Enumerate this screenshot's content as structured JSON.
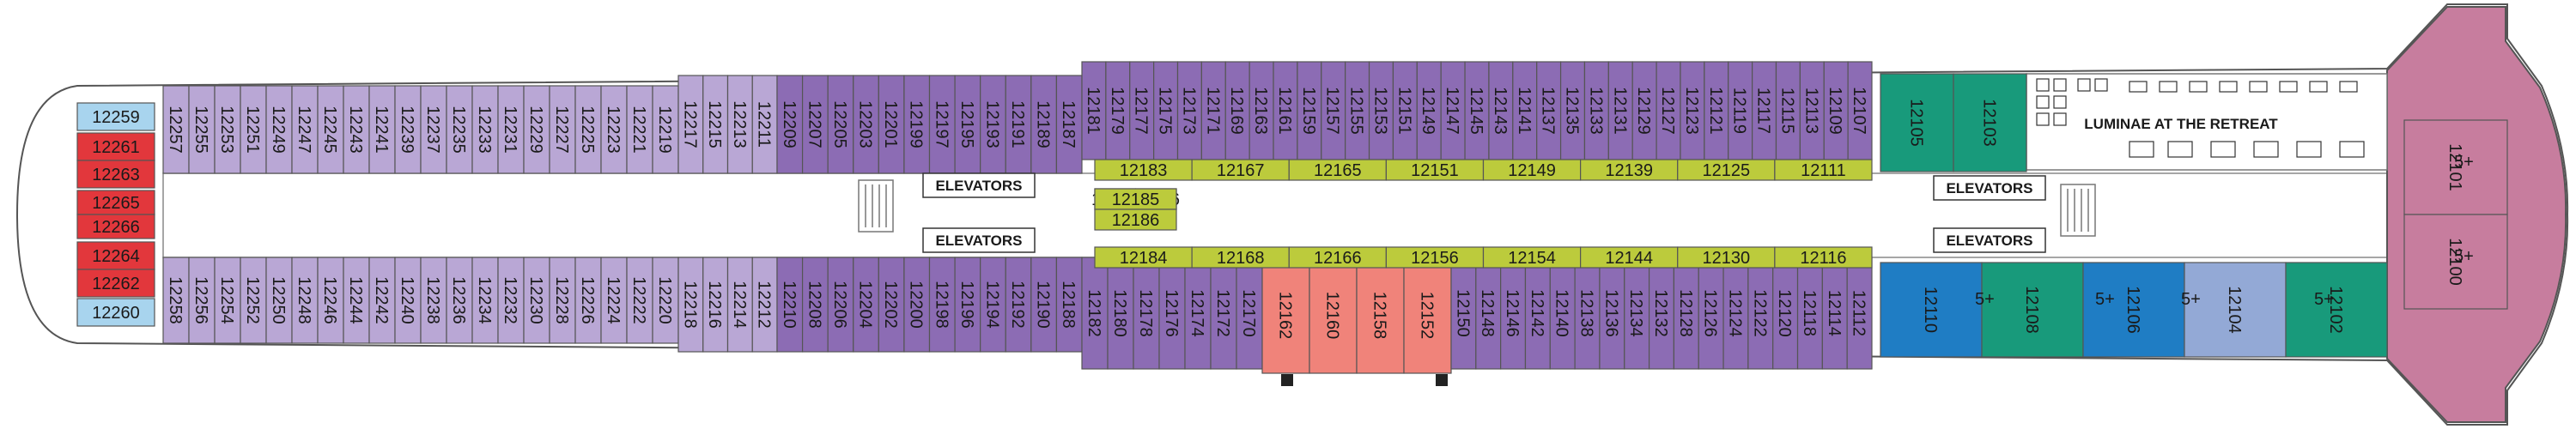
{
  "colors": {
    "purple_dark": "#8c6cb4",
    "lavender": "#b9a7d5",
    "red": "#e2373c",
    "light_blue": "#a8d4ee",
    "pale_blue": "#c9cde6",
    "lime": "#bccb3c",
    "salmon": "#f0837a",
    "teal": "#189a7b",
    "blue": "#1f7dc4",
    "periwinkle": "#93a9d6",
    "mauve": "#c77d9e",
    "corridor": "#ffffff",
    "outline": "#555555"
  },
  "legend_icons": {
    "accessible": "square-icon",
    "connecting": "black-square-icon",
    "sofa_bed": "bed-icon",
    "pullman": "pullman-bar-icon"
  },
  "labels": {
    "elevators": "ELEVATORS",
    "retreat_area": "LUMINAE AT THE RETREAT"
  },
  "cabins": {
    "bow_red": [
      "12261",
      "12263",
      "12265",
      "12266",
      "12264",
      "12262"
    ],
    "bow_blue": [
      "12259",
      "12260"
    ],
    "fwd_top_lav": [
      "12257",
      "12255",
      "12253",
      "12251",
      "12249",
      "12247",
      "12245",
      "12243",
      "12241",
      "12239",
      "12237",
      "12235",
      "12233",
      "12231",
      "12229",
      "12227",
      "12225",
      "12223",
      "12221",
      "12219"
    ],
    "fwd_bottom_lav": [
      "12258",
      "12256",
      "12254",
      "12252",
      "12250",
      "12248",
      "12246",
      "12244",
      "12242",
      "12240",
      "12238",
      "12236",
      "12234",
      "12232",
      "12230",
      "12228",
      "12226",
      "12224",
      "12222",
      "12220"
    ],
    "mid_top_lav": [
      "12217",
      "12215",
      "12213",
      "12211"
    ],
    "mid_bottom_lav": [
      "12218",
      "12216",
      "12214",
      "12212"
    ],
    "mid_top_purple": [
      "12209",
      "12207",
      "12205",
      "12203",
      "12201",
      "12199",
      "12197",
      "12195",
      "12193",
      "12191",
      "12189",
      "12187"
    ],
    "mid_bottom_purple": [
      "12210",
      "12208",
      "12206",
      "12204",
      "12202",
      "12200",
      "12198",
      "12196",
      "12194",
      "12192",
      "12190",
      "12188"
    ],
    "aft_top_purple": [
      "12181",
      "12179",
      "12177",
      "12175",
      "12173",
      "12171",
      "12169",
      "12163",
      "12161",
      "12159",
      "12157",
      "12155",
      "12153",
      "12151",
      "12149",
      "12147",
      "12145",
      "12143",
      "12141",
      "12137",
      "12135",
      "12133",
      "12131",
      "12129",
      "12127",
      "12123",
      "12121",
      "12119",
      "12117",
      "12115",
      "12113",
      "12109",
      "12107"
    ],
    "aft_bottom_1": [
      "12182",
      "12180",
      "12178",
      "12176",
      "12174",
      "12172",
      "12170"
    ],
    "aft_bottom_salmon": [
      "12162",
      "12160",
      "12158",
      "12152"
    ],
    "aft_bottom_2": [
      "12150",
      "12148",
      "12146",
      "12142",
      "12140",
      "12138",
      "12136",
      "12134",
      "12132",
      "12128",
      "12126",
      "12124",
      "12122",
      "12120",
      "12118",
      "12114",
      "12112"
    ],
    "lime_top": [
      "12183",
      "12167",
      "12165",
      "12151",
      "12149",
      "12139",
      "12125",
      "12111"
    ],
    "lime_mid": [
      "12185",
      "12186"
    ],
    "lime_bottom": [
      "12184",
      "12168",
      "12166",
      "12156",
      "12154",
      "12144",
      "12130",
      "12116"
    ],
    "teal_top": [
      "12105",
      "12103"
    ],
    "blue_bottom": [
      "12110",
      "12108",
      "12106",
      "12104",
      "12102"
    ],
    "stern": [
      "12101",
      "12100"
    ]
  },
  "occupancy_tags": [
    "5+",
    "5+",
    "5+",
    "5+",
    "5+",
    "5+"
  ]
}
